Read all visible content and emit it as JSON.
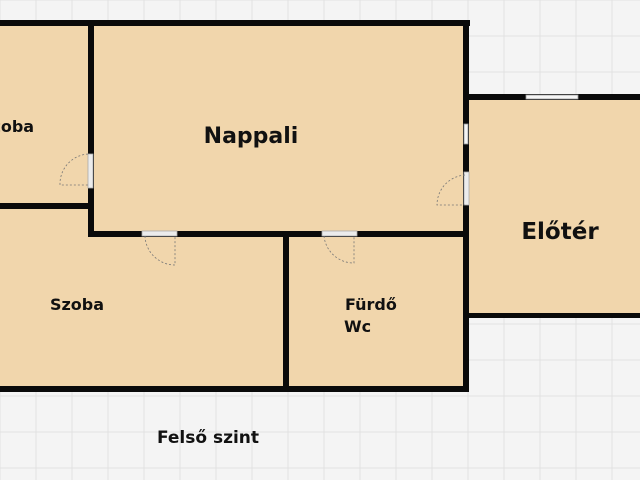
{
  "plan": {
    "floor_label": "Felső szint",
    "rooms": [
      {
        "name": "Szoba"
      },
      {
        "name": "Nappali"
      },
      {
        "name": "Előtér"
      },
      {
        "name": "Szoba"
      },
      {
        "name": "Fürdő",
        "name2": "Wc"
      }
    ]
  },
  "colors": {
    "floor": "#f1d6ac",
    "wall": "#0a0a0a",
    "background": "#f4f4f4",
    "grid": "#e2e2e2"
  }
}
